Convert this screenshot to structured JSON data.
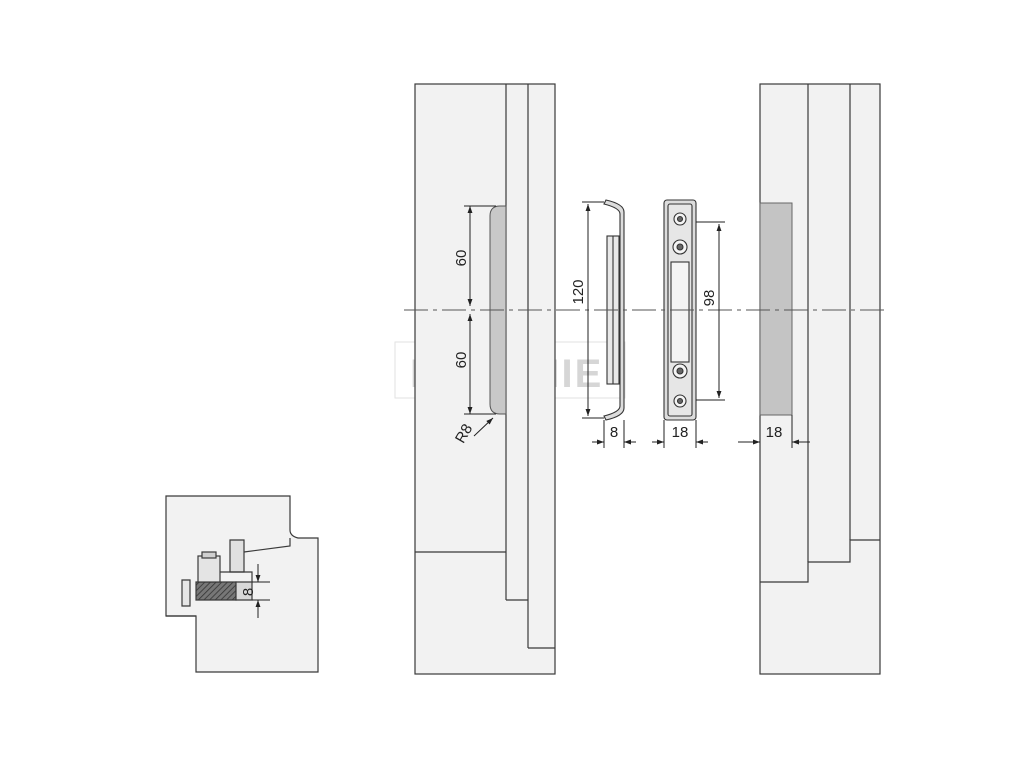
{
  "colors": {
    "frame_fill": "#f2f2f2",
    "frame_stroke": "#3a3a3a",
    "recess_fill": "#c8c8c8",
    "slot_fill": "#c4c4c4",
    "dim_line": "#222222",
    "center_line": "#555555",
    "watermark": "#d6d6d6"
  },
  "dimensions": {
    "upper_height": "60",
    "lower_height": "60",
    "radius": "R8",
    "plate_length": "120",
    "plate_depth": "8",
    "keeper_width": "18",
    "hole_spacing": "98",
    "slot_width": "18",
    "detail_gap": "8"
  },
  "watermark_text": "KOVANIE"
}
